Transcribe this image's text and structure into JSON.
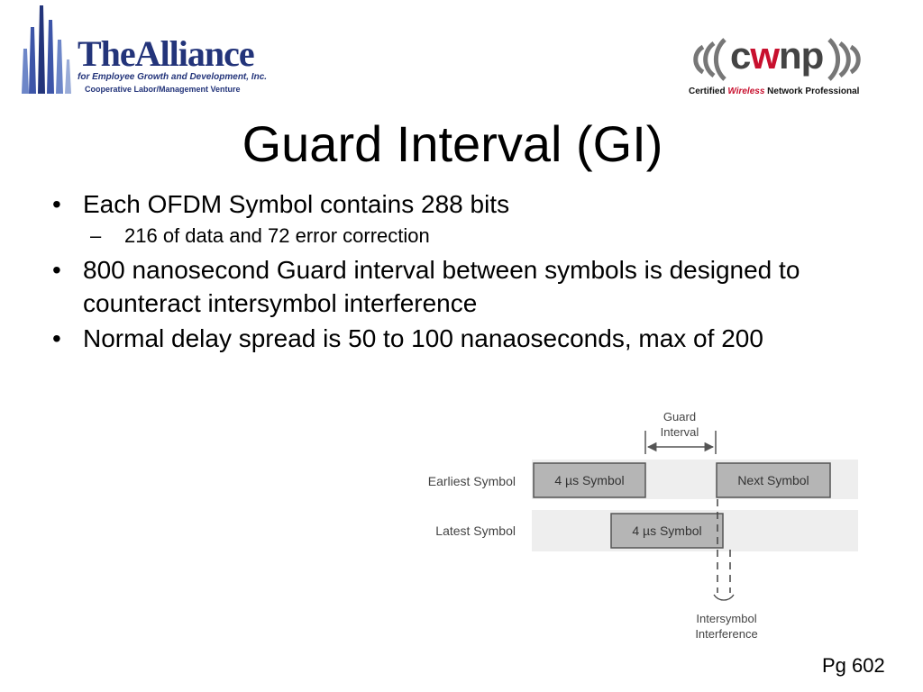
{
  "logo_left": {
    "name": "TheAlliance",
    "line1": "for Employee Growth and Development, Inc.",
    "line2": "Cooperative Labor/Management Venture"
  },
  "logo_right": {
    "pre": "c",
    "accent": "w",
    "post": "np",
    "sub_pre": "Certified ",
    "sub_accent": "Wireless",
    "sub_post": " Network Professional"
  },
  "title": "Guard Interval (GI)",
  "bullets": [
    {
      "text": "Each OFDM Symbol contains 288 bits"
    },
    {
      "text": "216 of data and 72 error correction"
    },
    {
      "text": "800 nanosecond Guard interval between symbols is designed to counteract intersymbol interference"
    },
    {
      "text": "Normal delay spread is 50 to 100 nanaoseconds, max of 200"
    }
  ],
  "diagram": {
    "guard_line1": "Guard",
    "guard_line2": "Interval",
    "row1_label": "Earliest Symbol",
    "row2_label": "Latest Symbol",
    "box1": "4 µs Symbol",
    "box2": "Next Symbol",
    "box3": "4 µs Symbol",
    "isi_line1": "Intersymbol",
    "isi_line2": "Interference"
  },
  "footer": {
    "page": "Pg 602"
  },
  "colors": {
    "brand_blue": "#23347a",
    "cwnp_red": "#c8102e",
    "band_gray": "#eeeeee",
    "box_gray": "#b5b5b5"
  }
}
